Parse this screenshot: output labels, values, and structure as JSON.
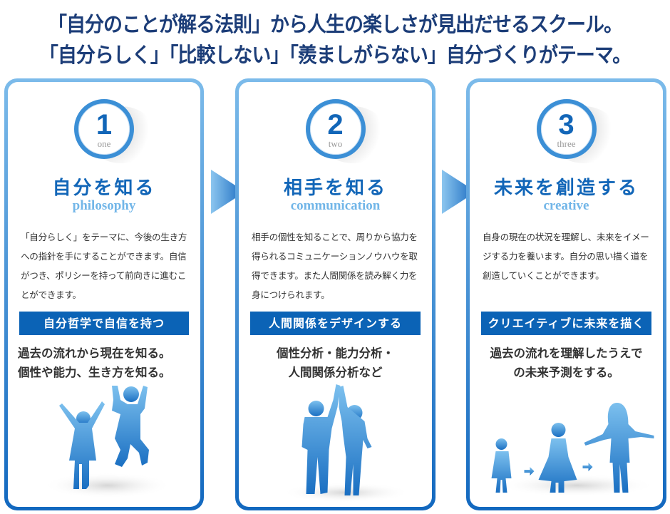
{
  "header": {
    "line1": "「自分のことが解る法則」から人生の楽しさが見出だせるスクール。",
    "line2": "「自分らしく」「比較しない」「羨ましがらない」自分づくりがテーマ。"
  },
  "colors": {
    "accent": "#1266b8",
    "band": "#0b63b6",
    "light": "#72b6e8",
    "headline": "#1c3d78"
  },
  "cards": [
    {
      "number": "1",
      "number_word": "one",
      "title": "自分を知る",
      "subtitle": "philosophy",
      "description": "「自分らしく」をテーマに、今後の生き方への指針を手にすることができます。自信がつき、ポリシーを持って前向きに進むことができます。",
      "band": "自分哲学で自信を持つ",
      "bold_lines": [
        "過去の流れから現在を知る。",
        "個性や能力、生き方を知る。"
      ],
      "illustration": "jumping-parent-and-child-silhouette"
    },
    {
      "number": "2",
      "number_word": "two",
      "title": "相手を知る",
      "subtitle": "communication",
      "description": "相手の個性を知ることで、周りから協力を得られるコミュニケーションノウハウを取得できます。また人間関係を読み解く力を身につけられます。",
      "band": "人間関係をデザインする",
      "bold_lines": [
        "個性分析・能力分析・",
        "人間関係分析など"
      ],
      "illustration": "high-five-couple-silhouette"
    },
    {
      "number": "3",
      "number_word": "three",
      "title": "未来を創造する",
      "subtitle": "creative",
      "description": "自身の現在の状況を理解し、未来をイメージする力を養います。自分の思い描く道を創造していくことができます。",
      "band": "クリエイティブに未来を描く",
      "bold_lines": [
        "過去の流れを理解したうえで",
        "の未来予測をする。"
      ],
      "illustration": "growing-girl-silhouette"
    }
  ]
}
